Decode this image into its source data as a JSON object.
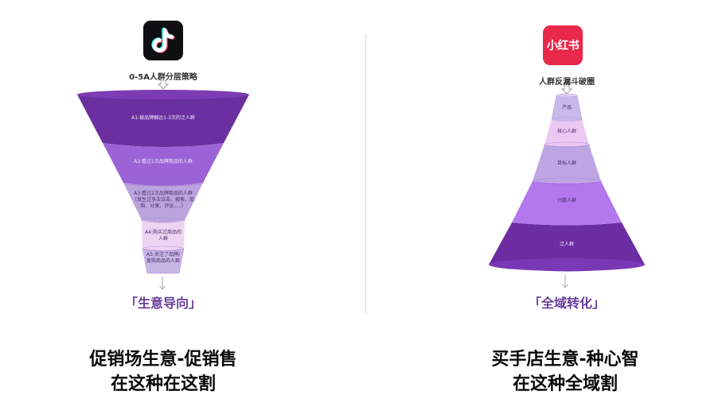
{
  "left": {
    "app_icon": "tiktok-douyin-icon",
    "diagram_title": "0-5A人群分层策略",
    "layers": [
      {
        "label": "A1:被品牌触达1-3次的泛人群",
        "color": "#6b2fa0"
      },
      {
        "label": "A2:看过1次品牌商品的人群",
        "color": "#9b63d6"
      },
      {
        "label": "A3:看过2次品牌商品的人群（发生过多次点击、搜索、加购、分享、评论.....）",
        "color": "#bba3de"
      },
      {
        "label": "A4:购买过商品的人群",
        "color": "#eed3f3"
      },
      {
        "label": "A5:关注了品牌/复购商品的人群",
        "color": "#c8b6e6"
      }
    ],
    "bracket_label": "「生意导向」",
    "caption_line1": "促销场生意-促销售",
    "caption_line2": "在这种在这割"
  },
  "right": {
    "app_icon": "xiaohongshu-icon",
    "app_icon_text": "小红书",
    "diagram_title": "人群反漏斗破圈",
    "layers": [
      {
        "label": "产品",
        "color": "#c9b8ea"
      },
      {
        "label": "核心人群",
        "color": "#ecc9f2"
      },
      {
        "label": "目标人群",
        "color": "#bea6e4"
      },
      {
        "label": "兴趣人群",
        "color": "#b278ec"
      },
      {
        "label": "泛人群",
        "color": "#6c2da3"
      }
    ],
    "bracket_label": "「全域转化」",
    "caption_line1": "买手店生意-种心智",
    "caption_line2": "在这种全域割"
  },
  "colors": {
    "accent_purple": "#6a3d9a",
    "xhs_red": "#e8294a",
    "tiktok_black": "#0f0f12",
    "divider": "#d7d7d7"
  }
}
